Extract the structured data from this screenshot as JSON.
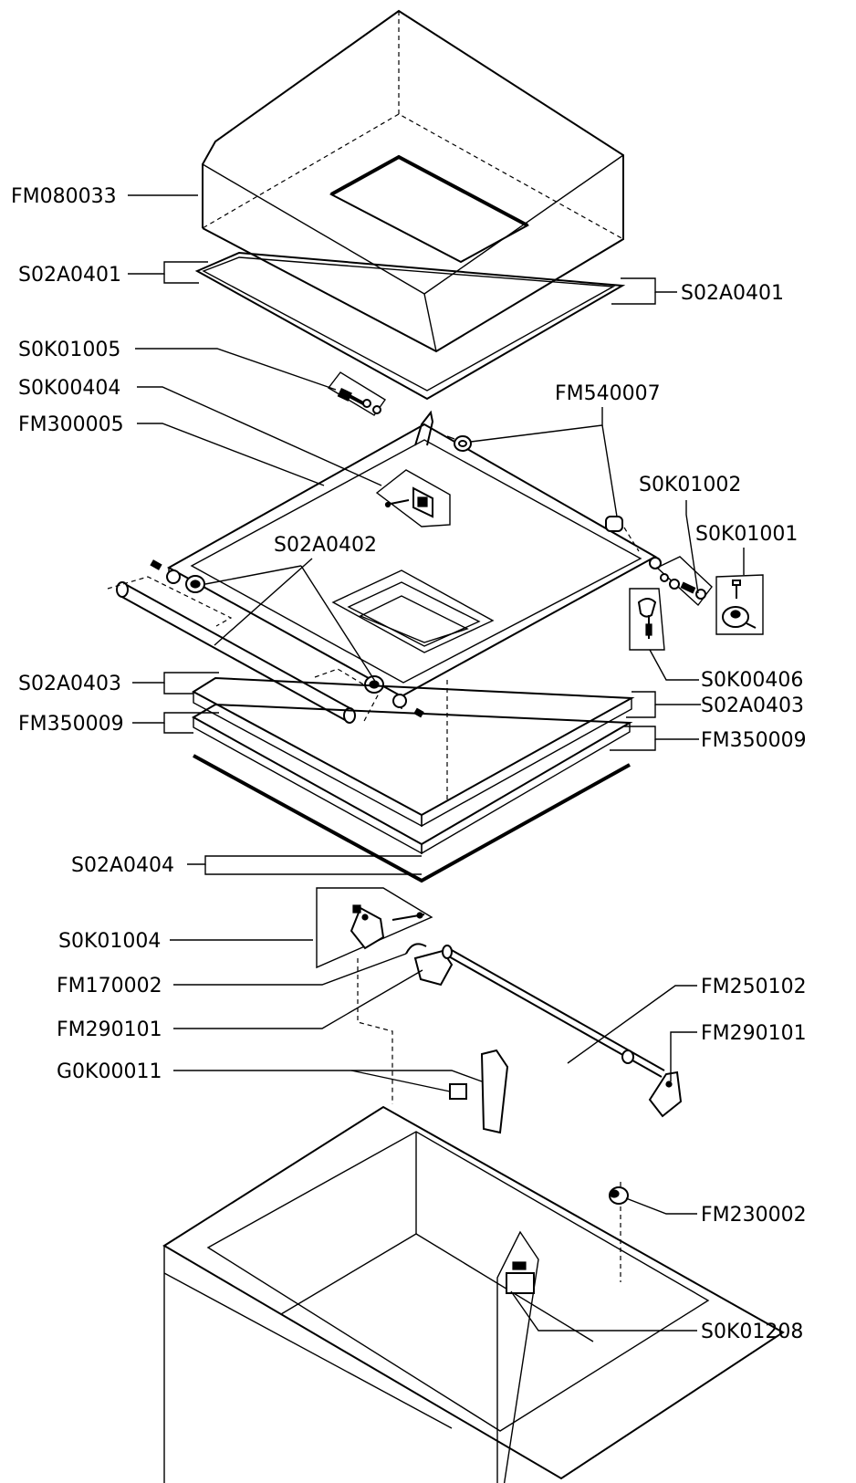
{
  "diagram": {
    "labels": {
      "fm080033": "FM080033",
      "s02a0401_left": "S02A0401",
      "s02a0401_right": "S02A0401",
      "s0k01005": "S0K01005",
      "s0k00404": "S0K00404",
      "fm300005": "FM300005",
      "fm540007": "FM540007",
      "s0k01002": "S0K01002",
      "s0k01001": "S0K01001",
      "s02a0402": "S02A0402",
      "s02a0403_left": "S02A0403",
      "fm350009_left": "FM350009",
      "s0k00406": "S0K00406",
      "s02a0403_right": "S02A0403",
      "fm350009_right": "FM350009",
      "s02a0404": "S02A0404",
      "s0k01004": "S0K01004",
      "fm170002": "FM170002",
      "fm290101_left": "FM290101",
      "g0k00011": "G0K00011",
      "fm250102": "FM250102",
      "fm290101_right": "FM290101",
      "fm230002": "FM230002",
      "s0k01208": "S0K01208"
    }
  }
}
